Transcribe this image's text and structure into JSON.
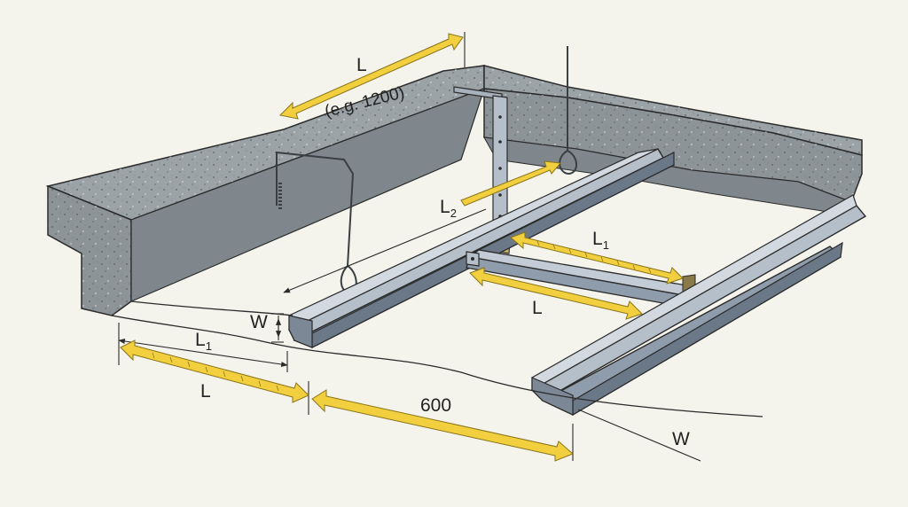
{
  "labels": {
    "top_length": "L",
    "top_example": "(e.g. 1200)",
    "l2_main": "L",
    "l2_sub": "2",
    "l1_right_main": "L",
    "l1_right_sub": "1",
    "l_cross": "L",
    "w_left": "W",
    "l1_left_main": "L",
    "l1_left_sub": "1",
    "l_left": "L",
    "spacing": "600",
    "w_right": "W"
  },
  "colors": {
    "background": "#f4f3ec",
    "concrete_top": "#9ba3a6",
    "concrete_front": "#8d9498",
    "steel_light": "#b5bfca",
    "steel_mid": "#8f9cab",
    "steel_dark": "#6a7888",
    "arrow_yellow": "#f2cf3e",
    "arrow_outline": "#8a7418",
    "line": "#2b2b2b"
  }
}
